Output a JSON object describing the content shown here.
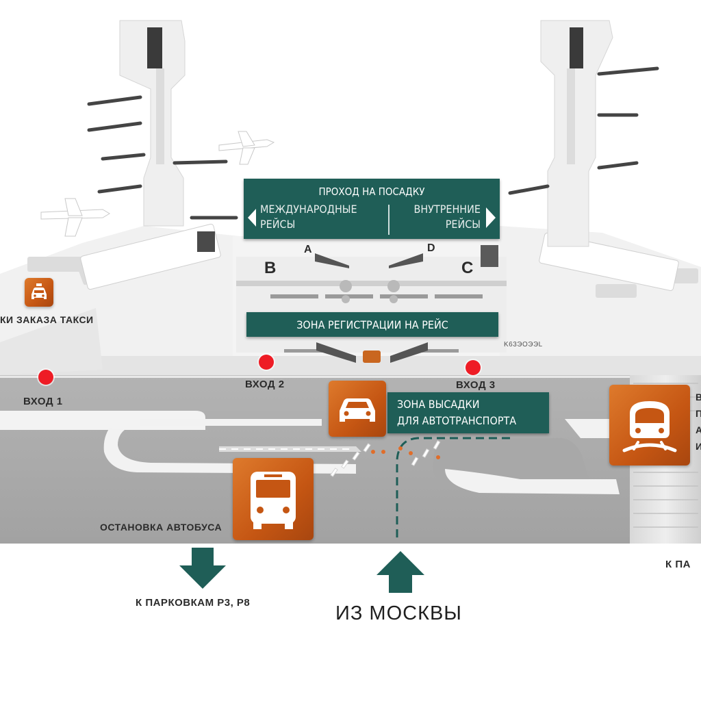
{
  "signs": {
    "boarding": {
      "title": "ПРОХОД НА ПОСАДКУ",
      "left": "МЕЖДУНАРОДНЫЕ\nРЕЙСЫ",
      "left_l1": "МЕЖДУНАРОДНЫЕ",
      "left_l2": "РЕЙСЫ",
      "right_l1": "ВНУТРЕННИЕ",
      "right_l2": "РЕЙСЫ"
    },
    "checkin": {
      "title": "ЗОНА РЕГИСТРАЦИИ НА РЕЙС"
    },
    "dropoff": {
      "l1": "ЗОНА ВЫСАДКИ",
      "l2": "ДЛЯ АВТОТРАНСПОРТА"
    }
  },
  "zones": {
    "a": "A",
    "b": "B",
    "c": "C",
    "d": "D"
  },
  "entrances": [
    {
      "label": "ВХОД 1"
    },
    {
      "label": "ВХОД 2"
    },
    {
      "label": "ВХОД 3"
    }
  ],
  "labels": {
    "taxi": "КИ ЗАКАЗА ТАКСИ",
    "bus_stop": "ОСТАНОВКА АВТОБУСА",
    "parking": "К ПАРКОВКАМ Р3, Р8",
    "from_moscow": "ИЗ МОСКВЫ",
    "right_cut": "К ПА",
    "right_side": [
      "В",
      "П",
      "А",
      "И"
    ],
    "counter_code": "K63ЭОЭЭL"
  },
  "icons": [
    "taxi-icon",
    "car-icon",
    "bus-icon",
    "train-icon",
    "arrow-down-icon",
    "arrow-up-icon"
  ],
  "colors": {
    "panel": "#1f5e57",
    "orange": "#c55613",
    "entrance": "#ee1c25",
    "road": "#a8a8a8",
    "arrow": "#1f5e57"
  }
}
